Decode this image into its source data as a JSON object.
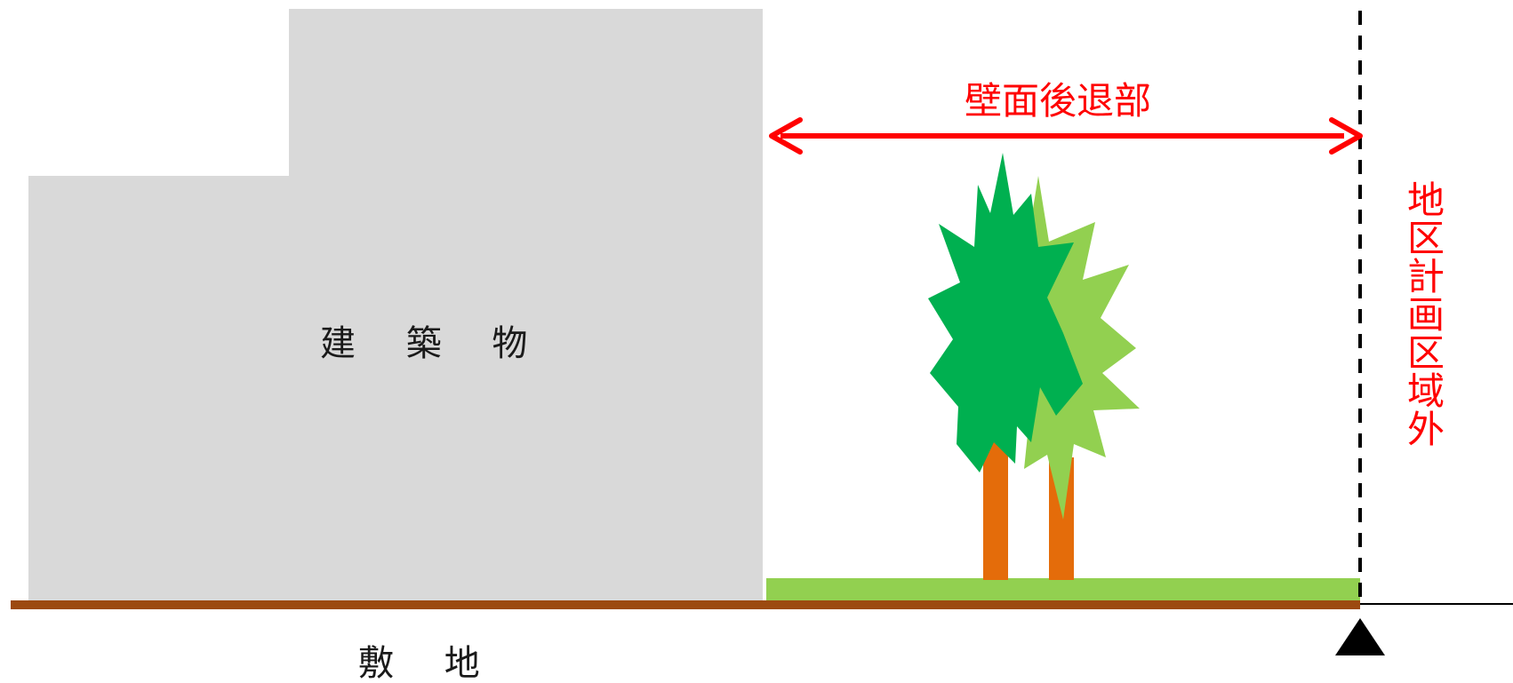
{
  "diagram": {
    "building_label": "建 築 物",
    "site_label": "敷 地",
    "setback_label": "壁面後退部",
    "outside_area_label": [
      "地",
      "区",
      "計",
      "画",
      "区",
      "域",
      "外"
    ]
  },
  "colors": {
    "building": "#d9d9d9",
    "ground_line": "#9c4a10",
    "lawn": "#92d050",
    "tree_dark": "#00b050",
    "tree_light": "#92d050",
    "trunk": "#e46c0a",
    "arrow": "#ff0000",
    "boundary": "#000000"
  }
}
